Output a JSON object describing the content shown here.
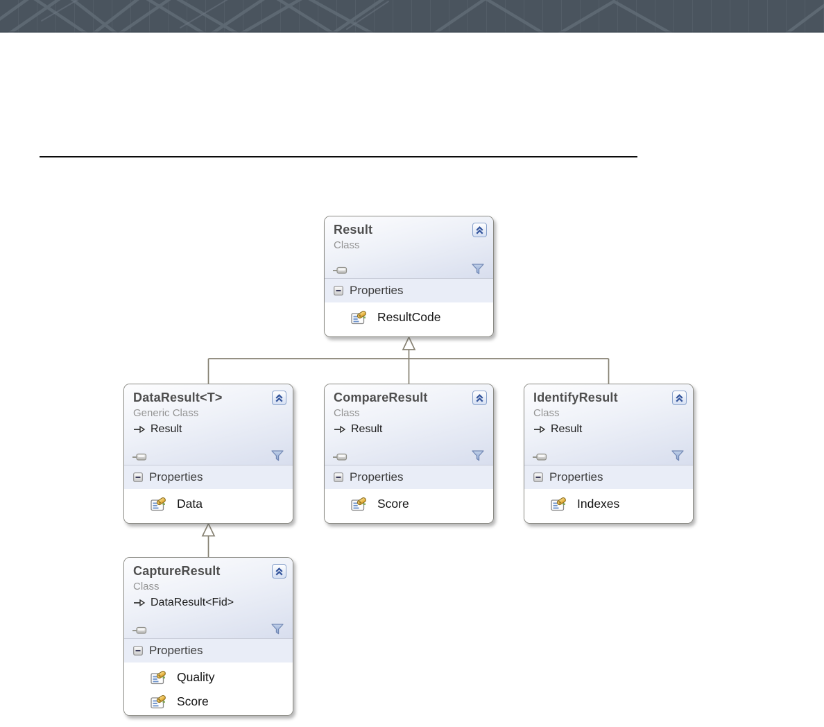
{
  "page": {
    "background": "#ffffff"
  },
  "banner": {
    "background": "#4a545e",
    "pattern_line_color": "#5f6a74",
    "grid_line_color": "#535d67"
  },
  "divider": {
    "color": "#0b0b0b"
  },
  "colors": {
    "box_border": "#8b8b85",
    "header_gradient_start": "#fdfdfe",
    "header_gradient_end": "#d8deee",
    "section_band": "#e9edf7",
    "connector_line": "#868172",
    "title_text": "#4e4e4e",
    "kind_text": "#939393",
    "chevron_blue": "#33549c",
    "funnel_fill": "#a9bedf",
    "funnel_stroke": "#7288b4",
    "property_icon_yellow": "#f0c23f"
  },
  "icons": {
    "collapse_button": "chevron-double-up-icon",
    "filter": "funnel-icon",
    "connector_handle": "lollipop-icon",
    "section_expander": "minus-box-icon",
    "inherits": "hollow-arrow-icon",
    "property": "property-wrench-icon"
  },
  "diagram": {
    "section_label": "Properties",
    "classes": [
      {
        "title": "Result",
        "kind": "Class",
        "base": "",
        "members": [
          "ResultCode"
        ]
      },
      {
        "title": "DataResult<T>",
        "kind": "Generic Class",
        "base": "Result",
        "members": [
          "Data"
        ]
      },
      {
        "title": "CompareResult",
        "kind": "Class",
        "base": "Result",
        "members": [
          "Score"
        ]
      },
      {
        "title": "IdentifyResult",
        "kind": "Class",
        "base": "Result",
        "members": [
          "Indexes"
        ]
      },
      {
        "title": "CaptureResult",
        "kind": "Class",
        "base": "DataResult<Fid>",
        "members": [
          "Quality",
          "Score"
        ]
      }
    ],
    "relations": [
      {
        "type": "inheritance",
        "from": "DataResult<T>",
        "to": "Result"
      },
      {
        "type": "inheritance",
        "from": "CompareResult",
        "to": "Result"
      },
      {
        "type": "inheritance",
        "from": "IdentifyResult",
        "to": "Result"
      },
      {
        "type": "inheritance",
        "from": "CaptureResult",
        "to": "DataResult<T>"
      }
    ]
  }
}
